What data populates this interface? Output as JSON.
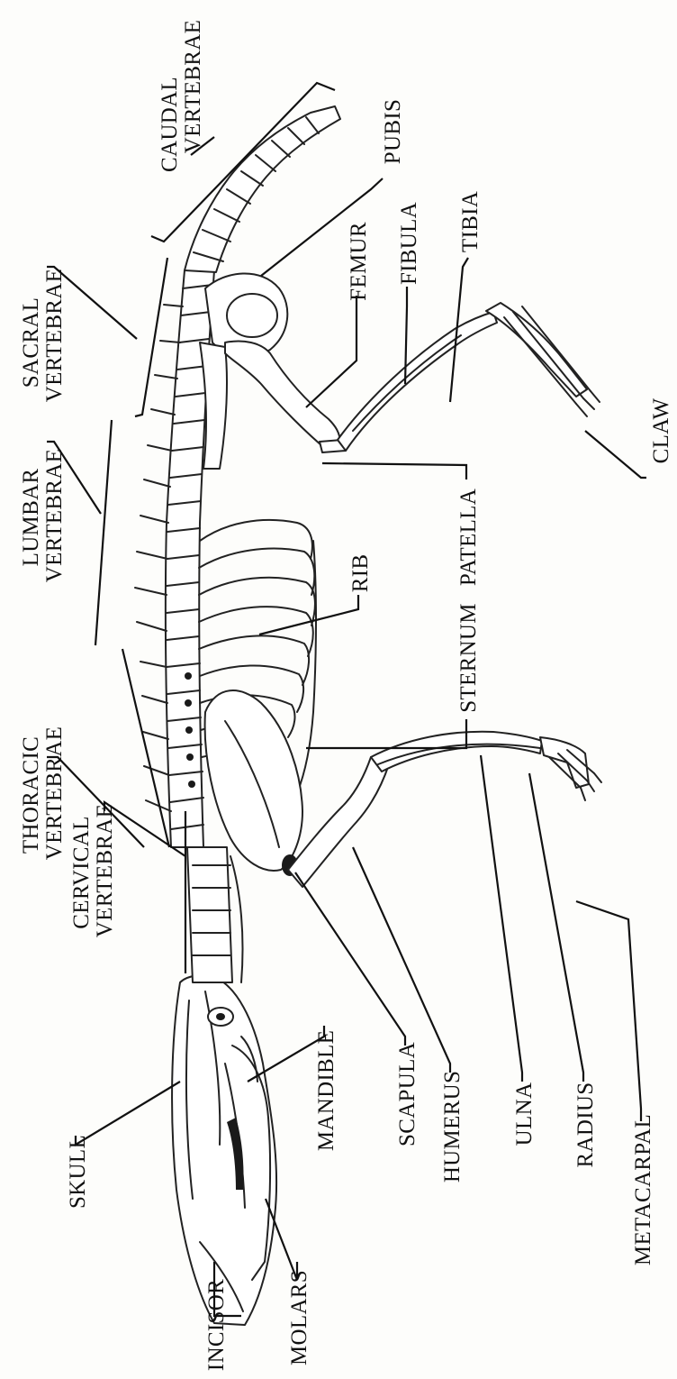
{
  "diagram": {
    "labels": {
      "caudal_1": "CAUDAL",
      "caudal_2": "VERTEBRAE",
      "pubis": "PUBIS",
      "tibia": "TIBIA",
      "fibula": "FIBULA",
      "femur": "FEMUR",
      "sacral_1": "SACRAL",
      "sacral_2": "VERTEBRAE",
      "claw": "CLAW",
      "lumbar_1": "LUMBAR",
      "lumbar_2": "VERTEBRAE",
      "patella": "PATELLA",
      "rib": "RIB",
      "sternum": "STERNUM",
      "thoracic_1": "THORACIC",
      "thoracic_2": "VERTEBRAE",
      "cervical_1": "CERVICAL",
      "cervical_2": "VERTEBRAE",
      "mandible": "MANDIBLE",
      "scapula": "SCAPULA",
      "humerus": "HUMERUS",
      "ulna": "ULNA",
      "radius": "RADIUS",
      "metacarpal": "METACARPAL",
      "skull": "SKULL",
      "molars": "MOLARS",
      "incisor": "INCISOR"
    }
  }
}
